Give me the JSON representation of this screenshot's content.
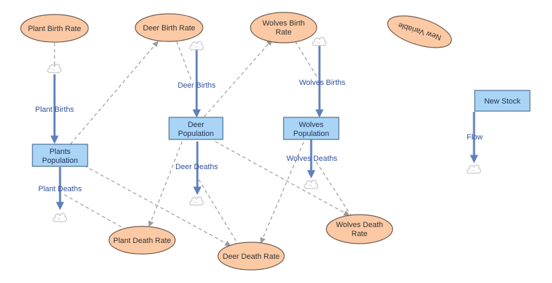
{
  "colors": {
    "variable_fill": "#fbc9a4",
    "variable_stroke": "#6f5a4a",
    "stock_fill": "#a9d4f5",
    "stock_stroke": "#4a6e96",
    "flow": "#5f7fbf",
    "link": "#9a9a9a",
    "cloud": "#c8c8c8"
  },
  "variables": {
    "plant_birth_rate": "Plant Birth Rate",
    "deer_birth_rate": "Deer Birth Rate",
    "wolves_birth_rate": [
      "Wolves Birth",
      "Rate"
    ],
    "new_variable": "New Variable",
    "plant_death_rate": "Plant Death Rate",
    "deer_death_rate": "Deer Death Rate",
    "wolves_death_rate": [
      "Wolves Death",
      "Rate"
    ]
  },
  "stocks": {
    "plants_population": [
      "Plants",
      "Population"
    ],
    "deer_population": [
      "Deer",
      "Population"
    ],
    "wolves_population": [
      "Wolves",
      "Population"
    ],
    "new_stock": "New Stock"
  },
  "flows": {
    "plant_births": "Plant Births",
    "deer_births": "Deer Births",
    "wolves_births": "Wolves Births",
    "plant_deaths": "Plant Deaths",
    "deer_deaths": "Deer Deaths",
    "wolves_deaths": "Wolves Deaths",
    "flow": "Flow"
  }
}
